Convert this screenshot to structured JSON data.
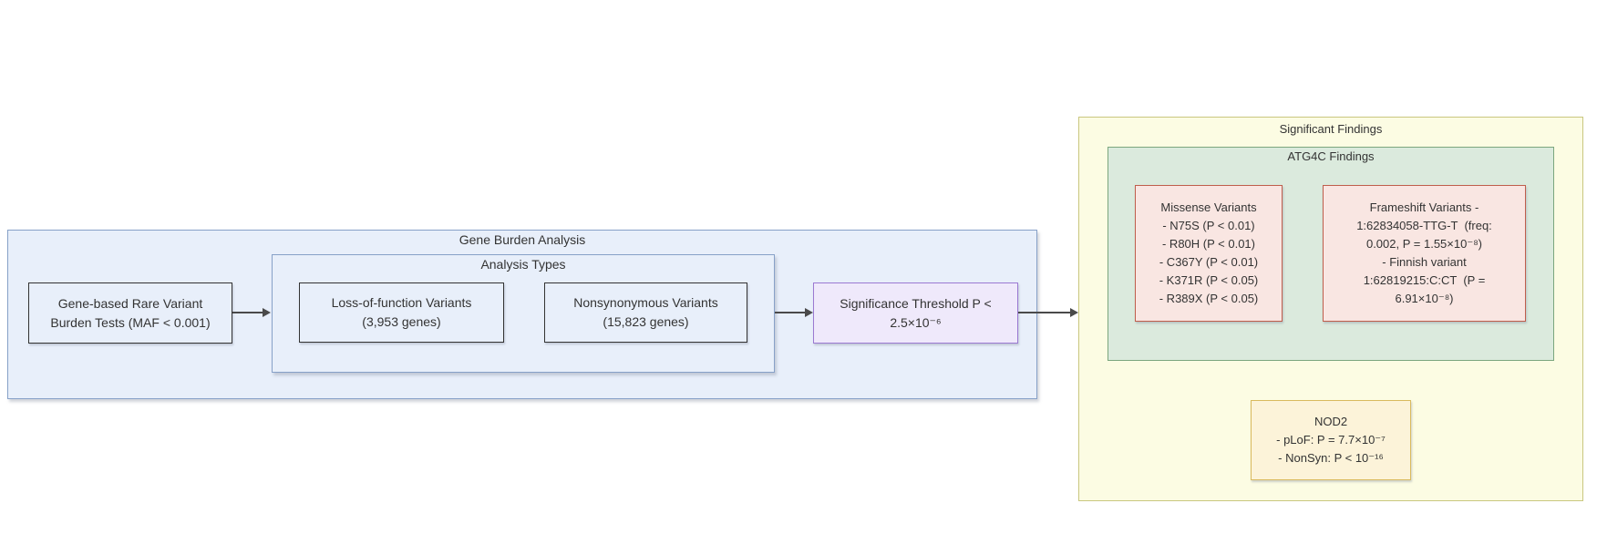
{
  "colors": {
    "blue_fill": "#E8EFFA",
    "blue_border": "#87A1C8",
    "purple_fill": "#EFE9FB",
    "purple_border": "#9B79D2",
    "yellow_fill": "#FCFCE3",
    "yellow_border": "#C9C77F",
    "green_fill": "#DBEADD",
    "green_border": "#7BA67E",
    "pink_fill": "#F9E6E2",
    "pink_border": "#BF5E4C",
    "gold_fill": "#FCF3D9",
    "gold_border": "#D9BA5E",
    "arrow": "#4A4A4A",
    "text": "#333333"
  },
  "gene_burden": {
    "title": "Gene Burden Analysis",
    "burden_tests": {
      "lines": [
        "Gene-based Rare Variant",
        "Burden Tests (MAF < 0.001)"
      ]
    },
    "analysis_types": {
      "title": "Analysis Types",
      "loss_of_function": {
        "lines": [
          "Loss-of-function Variants",
          "(3,953 genes)"
        ]
      },
      "nonsynonymous": {
        "lines": [
          "Nonsynonymous Variants",
          "(15,823 genes)"
        ]
      }
    },
    "significance_threshold": {
      "lines": [
        "Significance Threshold P <",
        "2.5×10⁻⁶"
      ]
    }
  },
  "significant_findings": {
    "title": "Significant Findings",
    "atg4c": {
      "title": "ATG4C Findings",
      "missense": {
        "lines": [
          "Missense Variants",
          "- N75S (P < 0.01)",
          "- R80H (P < 0.01)",
          "- C367Y (P < 0.01)",
          "- K371R (P < 0.05)",
          "- R389X (P < 0.05)"
        ]
      },
      "frameshift": {
        "lines": [
          "Frameshift Variants -",
          "1:62834058-TTG-T  (freq:",
          "0.002, P = 1.55×10⁻⁸)",
          "- Finnish variant",
          "1:62819215:C:CT  (P =",
          "6.91×10⁻⁸)"
        ]
      }
    },
    "nod2": {
      "lines": [
        "NOD2",
        "- pLoF: P = 7.7×10⁻⁷",
        "- NonSyn: P < 10⁻¹⁶"
      ]
    }
  }
}
